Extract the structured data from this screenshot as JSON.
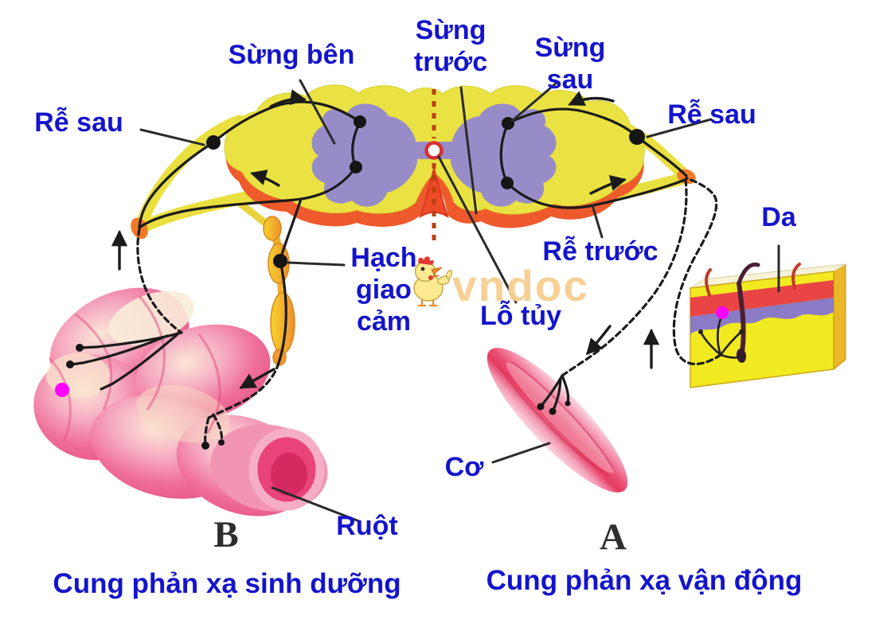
{
  "figure": {
    "labels": {
      "sung_ben": "Sừng bên",
      "sung_truoc": "Sừng\ntrước",
      "sung_sau": "Sừng\nsau",
      "re_sau_left": "Rễ sau",
      "re_sau_right": "Rễ sau",
      "hach_giao_cam": "Hạch\ngiao\ncảm",
      "re_truoc": "Rễ trước",
      "lo_tuy": "Lỗ tủy",
      "da": "Da",
      "co": "Cơ",
      "ruot": "Ruột"
    },
    "sections": {
      "b_letter": "B",
      "a_letter": "A",
      "b_caption": "Cung phản xạ sinh dưỡng",
      "a_caption": "Cung phản xạ vận động"
    },
    "watermark": {
      "text": "vndoc",
      "mascot": "chicken-mascot-icon"
    },
    "colors": {
      "label_blue": "#1414cc",
      "cord_yellow": "#eae242",
      "cord_orange": "#ee5a2c",
      "gray_matter_purple": "#988cc8",
      "midline_dash_red": "#b94212",
      "nerve_black": "#1b1b1b",
      "ganglion_orange": "#f0a428",
      "muscle_red": "#e63b60",
      "intestine_pink": "#ef6f9a",
      "skin_yellow": "#f2ea20",
      "skin_red_band": "#e94545",
      "skin_purple_band": "#8b7ac6",
      "marker_magenta": "#ff00ff",
      "watermark_tan": "#f7cf92"
    }
  }
}
